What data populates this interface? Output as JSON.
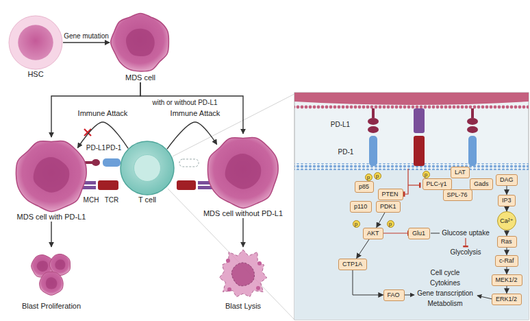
{
  "diagram": {
    "nodes": [
      {
        "text": [
          "HSC"
        ]
      },
      {
        "text": [
          "MDS cell"
        ]
      },
      {
        "text": [
          "MDS cell with PD-L1"
        ]
      },
      {
        "text": [
          "T cell"
        ]
      },
      {
        "text": [
          "MDS cell without PD-L1"
        ]
      },
      {
        "text": [
          "Blast Proliferation"
        ]
      },
      {
        "text": [
          "Blast Lysis"
        ]
      },
      {
        "text": [
          "p"
        ]
      },
      {
        "text": [
          "p"
        ]
      },
      {
        "text": [
          "p85"
        ]
      },
      {
        "text": [
          "PTEN"
        ]
      },
      {
        "text": [
          "p110"
        ]
      },
      {
        "text": [
          "PDK1"
        ]
      },
      {
        "text": [
          "p"
        ]
      },
      {
        "text": [
          "p"
        ]
      },
      {
        "text": [
          "AKT"
        ]
      },
      {
        "text": [
          "Glu1"
        ]
      },
      {
        "text": [
          "CTP1A"
        ]
      },
      {
        "text": [
          "FAO"
        ]
      },
      {
        "text": [
          "p"
        ]
      },
      {
        "text": [
          "PLC-γ1"
        ]
      },
      {
        "text": [
          "LAT"
        ]
      },
      {
        "text": [
          "Gads"
        ]
      },
      {
        "text": [
          "SPL-76"
        ]
      },
      {
        "text": [
          "DAG"
        ]
      },
      {
        "text": [
          "IP3"
        ]
      },
      {
        "text": [
          "Ca²⁺"
        ]
      },
      {
        "text": [
          "Ras"
        ]
      },
      {
        "text": [
          "c-Raf"
        ]
      },
      {
        "text": [
          "MEK1/2"
        ]
      },
      {
        "text": [
          "ERK1/2"
        ]
      }
    ],
    "edges": [
      {
        "from": 0,
        "to": 1,
        "arrow": "to",
        "label": "Gene mutation"
      },
      {
        "from": 1,
        "to": 2,
        "arrow": "to"
      },
      {
        "from": 1,
        "to": 4,
        "arrow": "to"
      },
      {
        "from": 3,
        "to": 2,
        "arrow": "to",
        "label": "Immune Attack"
      },
      {
        "from": 3,
        "to": 4,
        "arrow": "to",
        "label": "Immune Attack"
      },
      {
        "from": 2,
        "to": 5,
        "arrow": "to"
      },
      {
        "from": 4,
        "to": 6,
        "arrow": "to"
      },
      {
        "from": 12,
        "to": 15,
        "arrow": "to"
      },
      {
        "from": 15,
        "to": 16,
        "arrow": "to"
      },
      {
        "from": 15,
        "to": 17,
        "arrow": "to"
      },
      {
        "from": 17,
        "to": 18,
        "arrow": "to"
      },
      {
        "from": 24,
        "to": 25,
        "arrow": "to"
      },
      {
        "from": 25,
        "to": 26,
        "arrow": "to"
      },
      {
        "from": 26,
        "to": 27,
        "arrow": "to"
      },
      {
        "from": 27,
        "to": 28,
        "arrow": "to"
      },
      {
        "from": 28,
        "to": 29,
        "arrow": "to"
      },
      {
        "from": 29,
        "to": 30,
        "arrow": "to"
      }
    ],
    "labels": [
      "PD-L1",
      "PD-1",
      "MCH",
      "TCR",
      "with or without PD-L1",
      "PD-L1",
      "PD-1",
      "Glucose uptake",
      "Glycolysis",
      "Cell cycle",
      "Cytokines",
      "Gene transcription",
      "Metabolism"
    ]
  }
}
